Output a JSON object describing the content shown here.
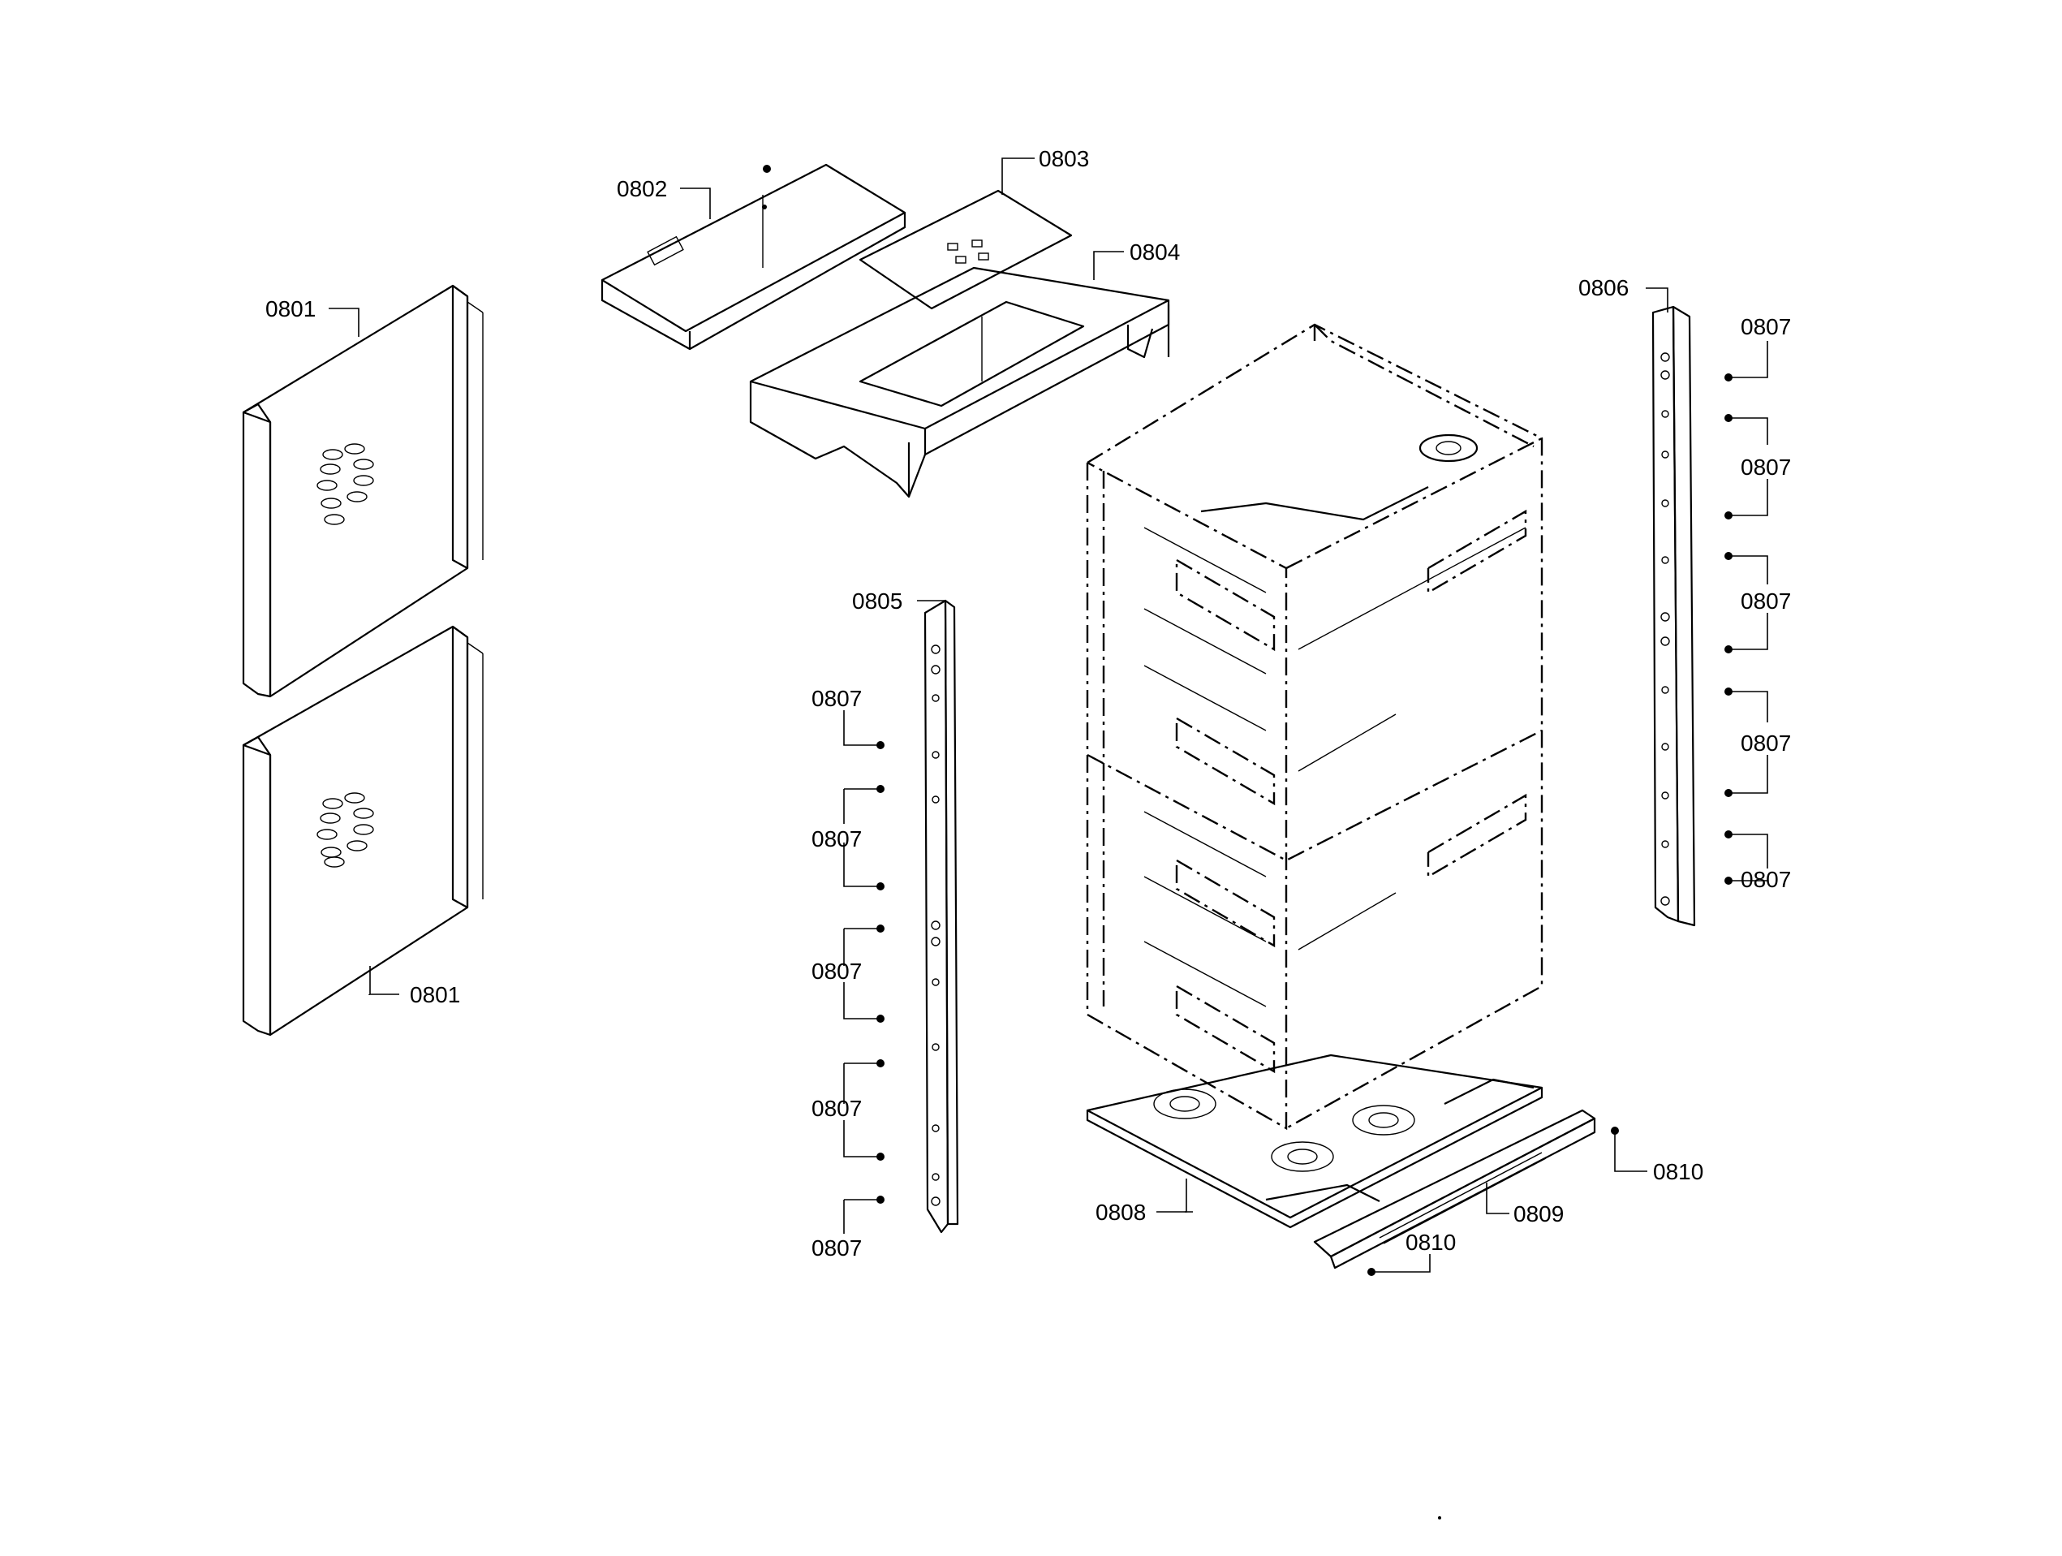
{
  "diagram": {
    "labels": {
      "side_panel_upper": "0801",
      "side_panel_lower": "0801",
      "top_cover": "0802",
      "top_plate": "0803",
      "top_tray": "0804",
      "left_rail": "0805",
      "right_rail": "0806",
      "screws_left_1": "0807",
      "screws_left_2": "0807",
      "screws_left_3": "0807",
      "screws_left_4": "0807",
      "screws_left_5": "0807",
      "screws_right_1": "0807",
      "screws_right_2": "0807",
      "screws_right_3": "0807",
      "screws_right_4": "0807",
      "screws_right_5": "0807",
      "bottom_pan": "0808",
      "front_trim": "0809",
      "trim_screw_right": "0810",
      "trim_screw_front": "0810"
    }
  }
}
